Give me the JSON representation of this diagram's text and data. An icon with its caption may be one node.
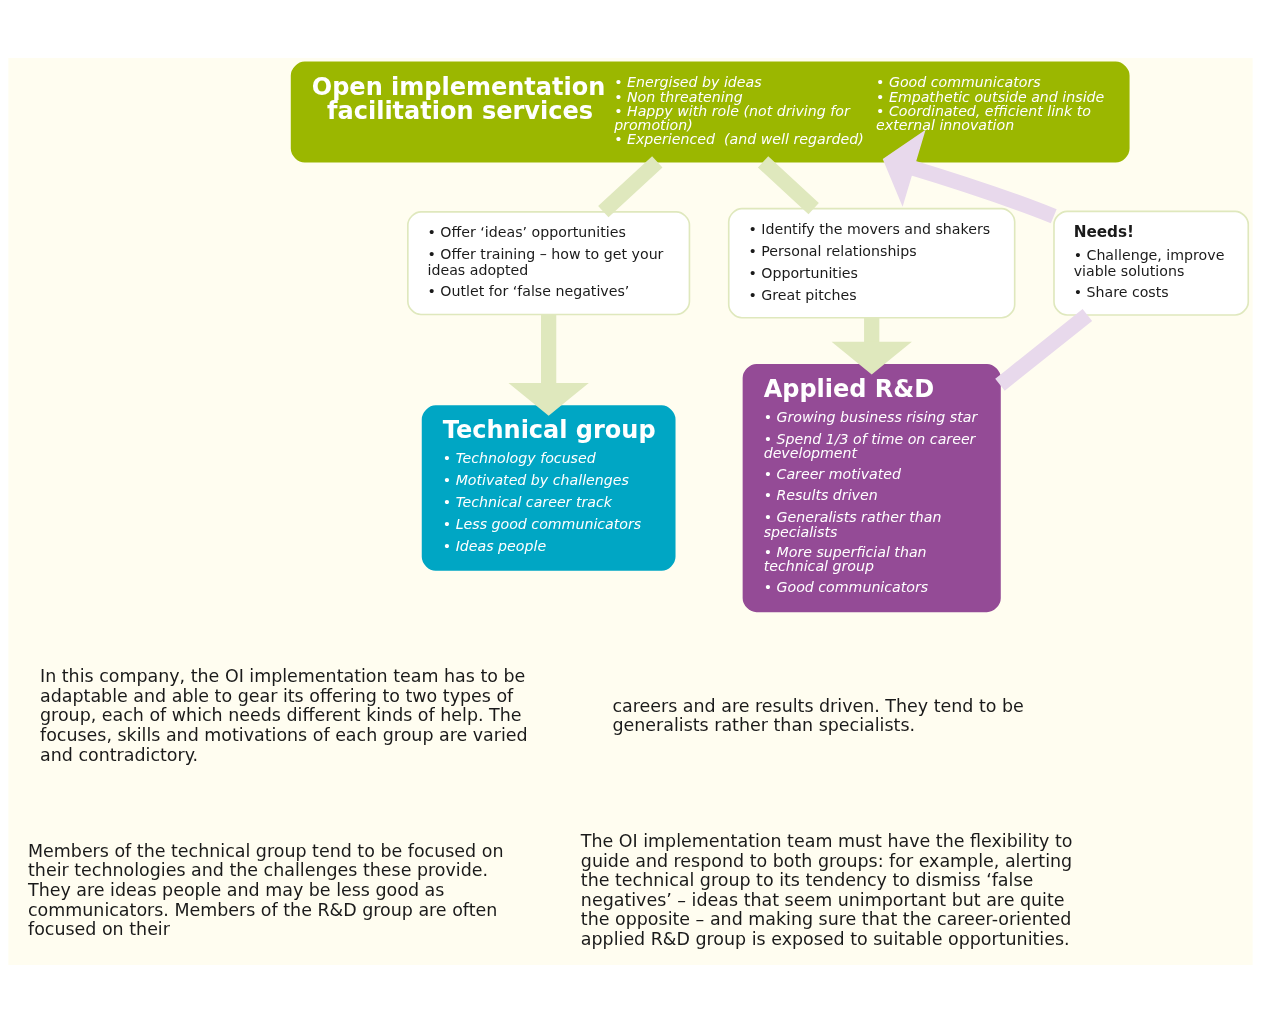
{
  "diagram": {
    "nodes": [
      {
        "text": [
          "Open implementation facilitation services",
          "• Energised by ideas",
          "• Non threatening",
          "• Happy with role (not driving for promotion)",
          "• Experienced  (and well regarded)",
          "• Good communicators",
          "• Empathetic outside and inside",
          "• Coordinated, efficient link to external innovation"
        ]
      },
      {
        "text": [
          "• Offer ‘ideas’ opportunities",
          "• Offer training – how to get your ideas adopted",
          "• Outlet for ‘false negatives’"
        ]
      },
      {
        "text": [
          "Technical group",
          "• Technology focused",
          "• Motivated by challenges",
          "• Technical career track",
          "• Less good communicators",
          "• Ideas people"
        ]
      },
      {
        "text": [
          "Needs!",
          "• Challenge, improve viable solutions",
          "• Share costs"
        ]
      },
      {
        "text": [
          "• Identify the movers and shakers",
          "• Personal relationships",
          "• Opportunities",
          "• Great pitches"
        ]
      },
      {
        "text": [
          "Applied R&D",
          "• Growing business rising star",
          "• Spend 1/3 of time on career development",
          "• Career motivated",
          "• Results driven",
          "• Generalists rather than specialists",
          "• More superficial than technical group",
          "• Good communicators"
        ]
      }
    ],
    "edges": [
      {
        "from": 0,
        "to": 1,
        "arrow": "none"
      },
      {
        "from": 1,
        "to": 2,
        "arrow": "to"
      },
      {
        "from": 0,
        "to": 4,
        "arrow": "none"
      },
      {
        "from": 4,
        "to": 5,
        "arrow": "to"
      },
      {
        "from": 5,
        "to": 3,
        "arrow": "none",
        "color": "#e8d9ec"
      },
      {
        "from": 3,
        "to": 0,
        "arrow": "to",
        "color": "#e8d9ec"
      }
    ],
    "labels": [
      "In this company, the OI implementation team has to be adaptable and able to gear its offering to two types of group, each of which needs different kinds of help. The focuses, skills and motivations of each group are varied and contradictory.",
      "Members of the technical group tend to be focused on their technologies and the challenges these provide. They are ideas people and may be less good as communicators. Members of the R&D group are often focused on their",
      "careers and are results driven. They tend to be generalists rather than specialists.",
      "The OI implementation team must have the flexibility to guide and respond to both groups: for example, alerting the technical group to its tendency to dismiss ‘false negatives’ – ideas that seem unimportant but are quite the opposite – and making sure that the career-oriented applied R&D group is exposed to suitable opportunities."
    ]
  }
}
